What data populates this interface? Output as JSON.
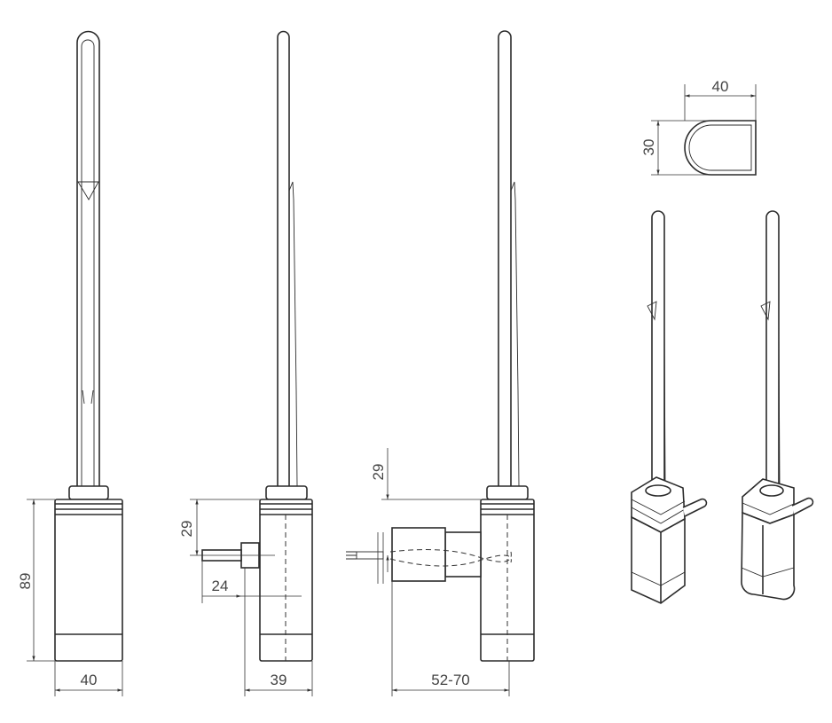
{
  "dimensions": {
    "front_height": "89",
    "front_width": "40",
    "side_offset": "29",
    "side_connector": "24",
    "side_depth": "39",
    "mount_offset": "29",
    "mount_range": "52-70",
    "profile_width": "40",
    "profile_depth": "30"
  },
  "colors": {
    "line": "#2b2b2b",
    "label": "#444444"
  }
}
